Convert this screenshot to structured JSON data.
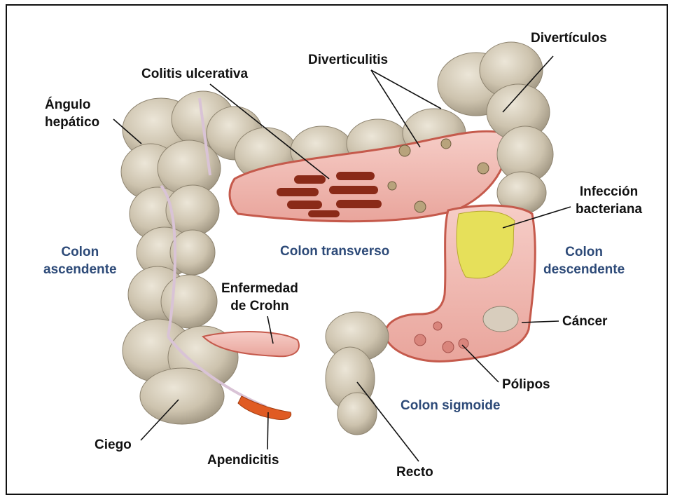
{
  "labels": {
    "angulo_hepatico": "Ángulo\nhepático",
    "colitis_ulcerativa": "Colitis ulcerativa",
    "diverticulitis": "Diverticulitis",
    "diverticulos": "Divertículos",
    "infeccion_bacteriana": "Infección\nbacteriana",
    "cancer": "Cáncer",
    "polipos": "Pólipos",
    "recto": "Recto",
    "apendicitis": "Apendicitis",
    "ciego": "Ciego",
    "enfermedad_crohn": "Enfermedad\nde Crohn"
  },
  "regions": {
    "colon_ascendente": "Colon\nascendente",
    "colon_transverso": "Colon transverso",
    "colon_descendente": "Colon\ndescendente",
    "colon_sigmoide": "Colon sigmoide"
  },
  "colors": {
    "region_text": "#2d4a78",
    "colon_wall": "#cfc6b4",
    "mucosa": "#f0b9b3",
    "ulcer": "#8a2a18",
    "infection": "#e6e05a",
    "appendix": "#e05b23"
  }
}
